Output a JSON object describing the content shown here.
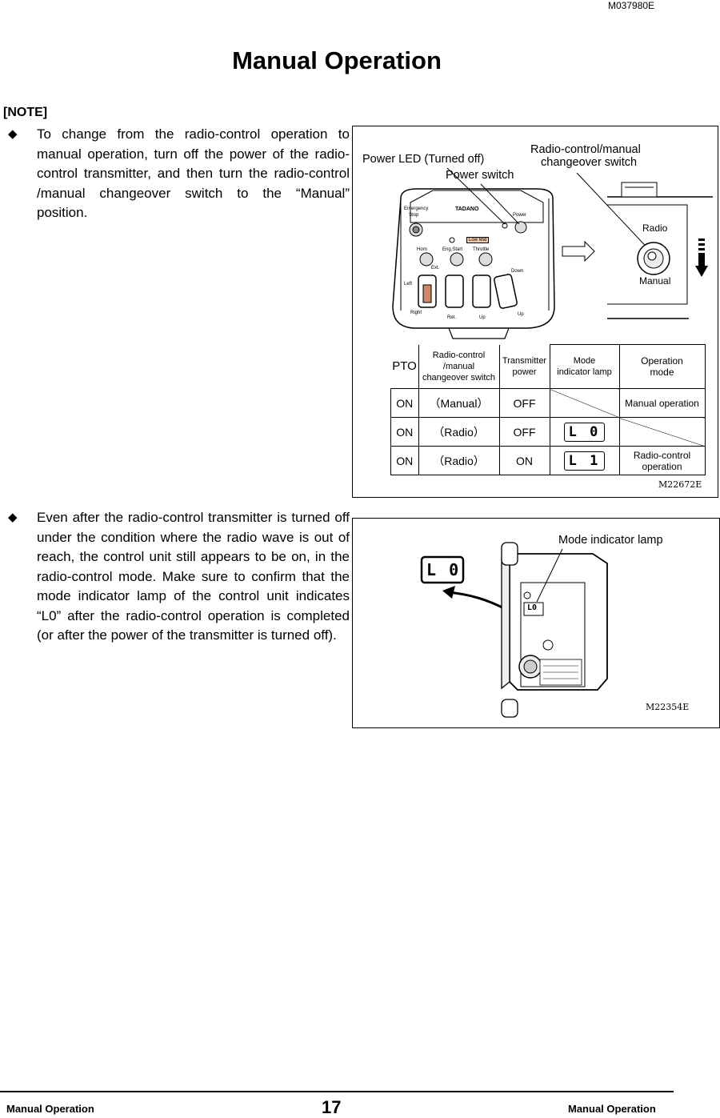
{
  "header": {
    "doc_code": "M037980E"
  },
  "title": "Manual Operation",
  "note_label": "[NOTE]",
  "bullets": [
    "To change from the radio-control operation to manual operation, turn off the power of the radio-control transmitter, and then turn the radio-control /manual changeover switch to the “Manual” position.",
    "Even after the radio-control transmitter is turned off under the condition where the radio wave is out of reach, the control unit still appears to be on, in the radio-control mode. Make sure to confirm that the mode indicator lamp of the control unit indicates “L0” after the radio-control operation is completed (or after the power of the transmitter is turned off)."
  ],
  "figure1": {
    "labels": {
      "power_led": "Power LED (Turned off)",
      "power_switch": "Power switch",
      "changeover_line1": "Radio-control/manual",
      "changeover_line2": "changeover switch",
      "radio": "Radio",
      "manual": "Manual"
    },
    "transmitter": {
      "brand": "TADANO",
      "emergency_line1": "Emergency",
      "emergency_line2": "Stop",
      "power": "Power",
      "low_mid": "Low Mid",
      "horn": "Horn",
      "eng_start": "Eng.Start",
      "throttle": "Throttle",
      "ext": "Ext.",
      "down": "Down",
      "left": "Left",
      "right": "Right",
      "ret": "Ret.",
      "up1": "Up",
      "up2": "Up"
    },
    "table": {
      "headers": {
        "pto": "PTO",
        "switch_line1": "Radio-control",
        "switch_line2": "/manual",
        "switch_line3": "changeover switch",
        "tx_line1": "Transmitter",
        "tx_line2": "power",
        "lamp_line1": "Mode",
        "lamp_line2": "indicator lamp",
        "op_line1": "Operation",
        "op_line2": "mode"
      },
      "rows": [
        {
          "pto": "ON",
          "switch": "（Manual）",
          "power": "OFF",
          "lamp": "",
          "mode": "Manual operation"
        },
        {
          "pto": "ON",
          "switch": "（Radio）",
          "power": "OFF",
          "lamp": "L 0",
          "mode": ""
        },
        {
          "pto": "ON",
          "switch": "（Radio）",
          "power": "ON",
          "lamp": "L 1",
          "mode_line1": "Radio-control",
          "mode_line2": "operation"
        }
      ]
    },
    "code": "M22672E"
  },
  "figure2": {
    "label": "Mode indicator lamp",
    "lamp_display": "L 0",
    "unit_display": "L0",
    "code": "M22354E"
  },
  "footer": {
    "left": "Manual Operation",
    "page": "17",
    "right": "Manual Operation"
  }
}
